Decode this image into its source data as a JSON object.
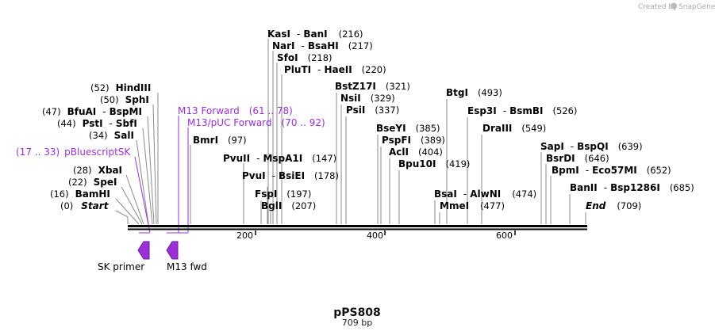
{
  "credit": "Created by",
  "credit_brand": "SnapGene",
  "plasmid": {
    "name": "pPS808",
    "length_label": "709 bp",
    "length": 709
  },
  "scale_ticks": [
    "200",
    "400",
    "600"
  ],
  "sites": [
    {
      "pos": "(216)",
      "n1": "KasI",
      "n2": "BanI"
    },
    {
      "pos": "(217)",
      "n1": "NarI",
      "n2": "BsaHI"
    },
    {
      "pos": "(218)",
      "n1": "SfoI",
      "n2": ""
    },
    {
      "pos": "(220)",
      "n1": "PluTI",
      "n2": "HaeII"
    },
    {
      "pos": "(52)",
      "n1": "HindIII",
      "n2": ""
    },
    {
      "pos": "(50)",
      "n1": "SphI",
      "n2": ""
    },
    {
      "pos": "(47)",
      "n1": "BfuAI",
      "n2": "BspMI"
    },
    {
      "pos": "(44)",
      "n1": "PstI",
      "n2": "SbfI"
    },
    {
      "pos": "(34)",
      "n1": "SalI",
      "n2": ""
    },
    {
      "pos": "(28)",
      "n1": "XbaI",
      "n2": ""
    },
    {
      "pos": "(22)",
      "n1": "SpeI",
      "n2": ""
    },
    {
      "pos": "(16)",
      "n1": "BamHI",
      "n2": ""
    },
    {
      "pos": "(0)",
      "n1": "Start",
      "n2": ""
    },
    {
      "pos": "(97)",
      "n1": "BmrI",
      "n2": ""
    },
    {
      "pos": "(147)",
      "n1": "PvuII",
      "n2": "MspA1I"
    },
    {
      "pos": "(178)",
      "n1": "PvuI",
      "n2": "BsiEI"
    },
    {
      "pos": "(197)",
      "n1": "FspI",
      "n2": ""
    },
    {
      "pos": "(207)",
      "n1": "BglI",
      "n2": ""
    },
    {
      "pos": "(321)",
      "n1": "BstZ17I",
      "n2": ""
    },
    {
      "pos": "(329)",
      "n1": "NsiI",
      "n2": ""
    },
    {
      "pos": "(337)",
      "n1": "PsiI",
      "n2": ""
    },
    {
      "pos": "(385)",
      "n1": "BseYI",
      "n2": ""
    },
    {
      "pos": "(389)",
      "n1": "PspFI",
      "n2": ""
    },
    {
      "pos": "(404)",
      "n1": "AclI",
      "n2": ""
    },
    {
      "pos": "(419)",
      "n1": "Bpu10I",
      "n2": ""
    },
    {
      "pos": "(493)",
      "n1": "BtgI",
      "n2": ""
    },
    {
      "pos": "(526)",
      "n1": "Esp3I",
      "n2": "BsmBI"
    },
    {
      "pos": "(549)",
      "n1": "DraIII",
      "n2": ""
    },
    {
      "pos": "(474)",
      "n1": "BsaI",
      "n2": "AlwNI"
    },
    {
      "pos": "(477)",
      "n1": "MmeI",
      "n2": ""
    },
    {
      "pos": "(639)",
      "n1": "SapI",
      "n2": "BspQI"
    },
    {
      "pos": "(646)",
      "n1": "BsrDI",
      "n2": ""
    },
    {
      "pos": "(652)",
      "n1": "BpmI",
      "n2": "Eco57MI"
    },
    {
      "pos": "(685)",
      "n1": "BanII",
      "n2": "Bsp1286I"
    },
    {
      "pos": "(709)",
      "n1": "End",
      "n2": ""
    }
  ],
  "features": [
    {
      "name": "M13 Forward",
      "range": "(61 .. 78)"
    },
    {
      "name": "M13/pUC Forward",
      "range": "(70 .. 92)"
    },
    {
      "name": "pBluescriptSK",
      "range": "(17 .. 33)"
    }
  ],
  "primers": [
    {
      "name": "SK primer"
    },
    {
      "name": "M13 fwd"
    }
  ],
  "colors": {
    "feature": "#9b30d9",
    "backbone": "#000000",
    "leader": "#8a8a8a"
  }
}
